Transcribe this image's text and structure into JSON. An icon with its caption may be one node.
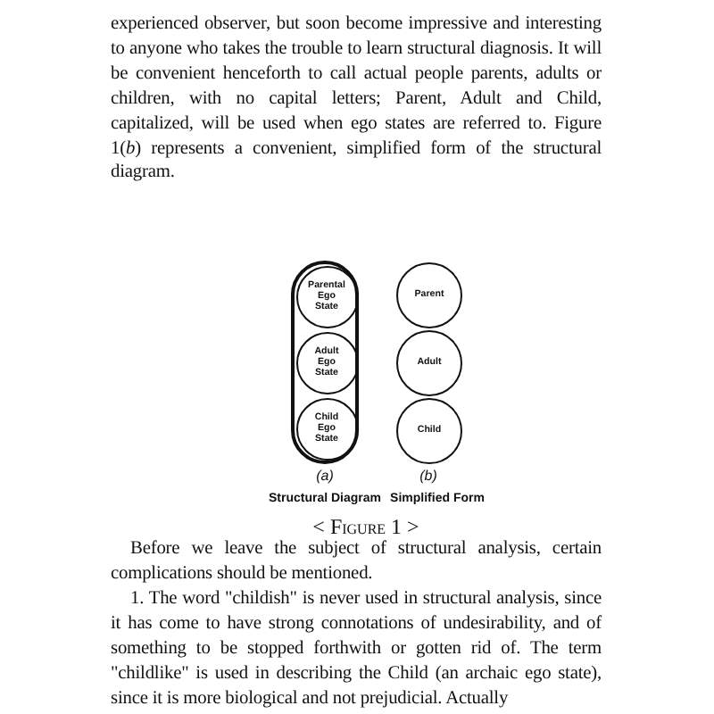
{
  "diagram": {
    "caption": "< Figure 1 >",
    "nodes": [
      {
        "text": [],
        "shape": "box"
      },
      {
        "text": [
          "Parental Ego State"
        ],
        "in": 0
      },
      {
        "text": [
          "Adult Ego State"
        ],
        "in": 0
      },
      {
        "text": [
          "Child Ego State"
        ],
        "in": 0
      },
      {
        "text": [
          "Parent"
        ]
      },
      {
        "text": [
          "Adult"
        ]
      },
      {
        "text": [
          "Child"
        ]
      }
    ],
    "edges": [],
    "labels": [
      "experienced observer, but soon become impressive and interesting to anyone who takes the trouble to learn structural diagnosis. It will be convenient henceforth to call actual people parents, adults or children, with no capital letters; Parent, Adult and Child, capitalized, will be used when ego states are referred to. Figure 1(*b*) represents a convenient, simplified form of the structural diagram.",
      "(a)",
      "(b)",
      "Structural Diagram",
      "Simplified Form",
      "Before we leave the subject of structural analysis, certain complications should be mentioned.",
      "1. The word \"childish\" is never used in structural analysis, since it has come to have strong connotations of undesirability, and of something to be stopped forthwith or gotten rid of. The term \"childlike\" is used in describing the Child (an archaic ego state), since it is more biological and not prejudicial. Actually"
    ]
  }
}
